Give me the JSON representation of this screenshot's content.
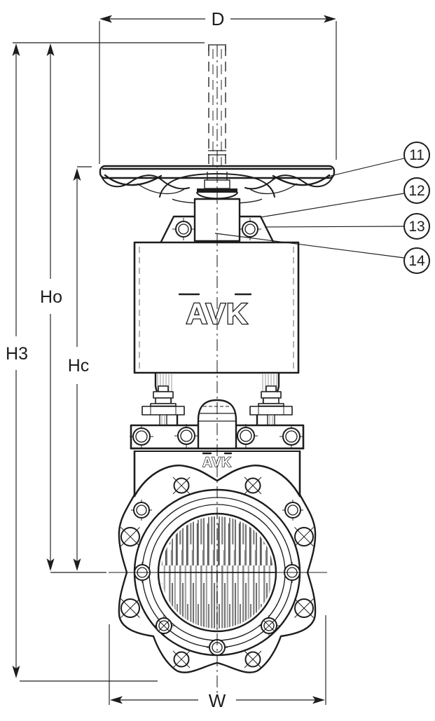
{
  "drawing": {
    "logos": {
      "bonnet": "AVK",
      "body": "AVK"
    },
    "dimension_labels": {
      "diameter": "D",
      "height_open": "Ho",
      "height_total": "H3",
      "height_closed": "Hc",
      "width": "W"
    },
    "callouts": [
      {
        "label": "11"
      },
      {
        "label": "12"
      },
      {
        "label": "13"
      },
      {
        "label": "14"
      }
    ],
    "colors": {
      "line": "#1d1d1d",
      "background": "#ffffff",
      "hatch": "#8f8f8f"
    }
  }
}
